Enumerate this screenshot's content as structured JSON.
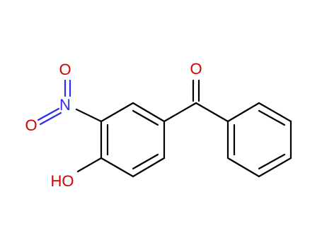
{
  "molecule": {
    "atoms": {
      "carbonyl_oxygen": "O",
      "nitro_oxygen_top": "O",
      "nitro_nitrogen": "N",
      "nitro_oxygen_left": "O",
      "hydroxyl": "HO"
    }
  },
  "colors": {
    "bond": "#000000",
    "oxygen": "#d40000",
    "nitrogen": "#2d2df0",
    "background": "#ffffff"
  }
}
